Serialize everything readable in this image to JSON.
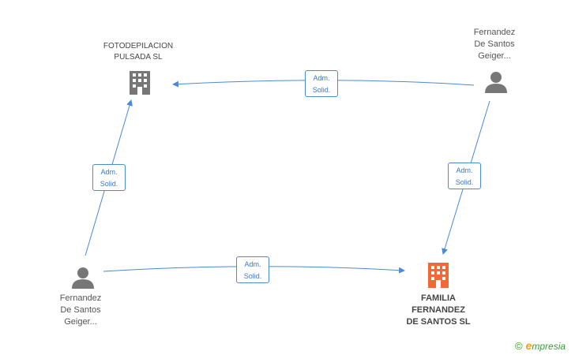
{
  "nodes": {
    "company_top": {
      "label": "FOTODEPILACION\nPULSADA SL"
    },
    "person_top_right": {
      "label": "Fernandez\nDe Santos\nGeiger..."
    },
    "person_bottom_left": {
      "label": "Fernandez\nDe Santos\nGeiger..."
    },
    "company_main": {
      "label": "FAMILIA\nFERNANDEZ\nDE SANTOS SL"
    }
  },
  "edges": [
    {
      "line1": "Adm.",
      "line2": "Solid."
    },
    {
      "line1": "Adm.",
      "line2": "Solid."
    },
    {
      "line1": "Adm.",
      "line2": "Solid."
    },
    {
      "line1": "Adm.",
      "line2": "Solid."
    }
  ],
  "brand": {
    "copyright": "©",
    "e": "e",
    "rest": "mpresia"
  },
  "colors": {
    "edge": "#4a8ad6",
    "icon_gray": "#777777",
    "company_main": "#f06a35"
  }
}
